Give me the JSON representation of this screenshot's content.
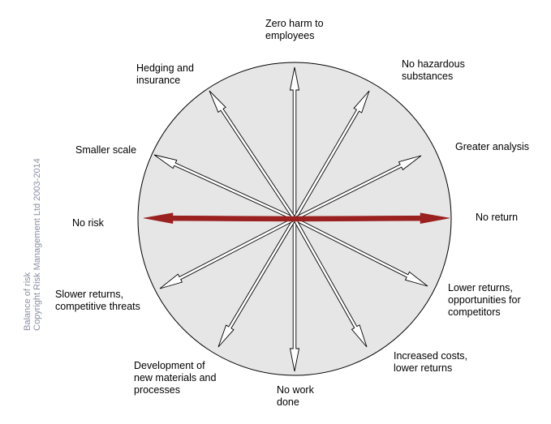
{
  "diagram": {
    "labels": {
      "top": "Zero harm to\nemployees",
      "top_right": "No hazardous\nsubstances",
      "right_upper": "Greater analysis",
      "right": "No return",
      "right_lower": "Lower returns,\nopportunities for\ncompetitors",
      "bottom_right": "Increased costs,\nlower returns",
      "bottom": "No work\ndone",
      "bottom_left": "Development of\nnew materials and\nprocesses",
      "left_lower": "Slower returns,\ncompetitive threats",
      "left": "No risk",
      "left_upper": "Smaller scale",
      "top_left": "Hedging and\ninsurance"
    },
    "credit_line1": "Balance of risk",
    "credit_line2": "Copyright Risk Management Ltd 2003-2014",
    "colors": {
      "circle_fill": "#e6e6e6",
      "circle_stroke": "#000000",
      "arrow_fill": "#ffffff",
      "highlight_arrow": "#9b2020",
      "credit_text": "#8a8fa3"
    }
  }
}
